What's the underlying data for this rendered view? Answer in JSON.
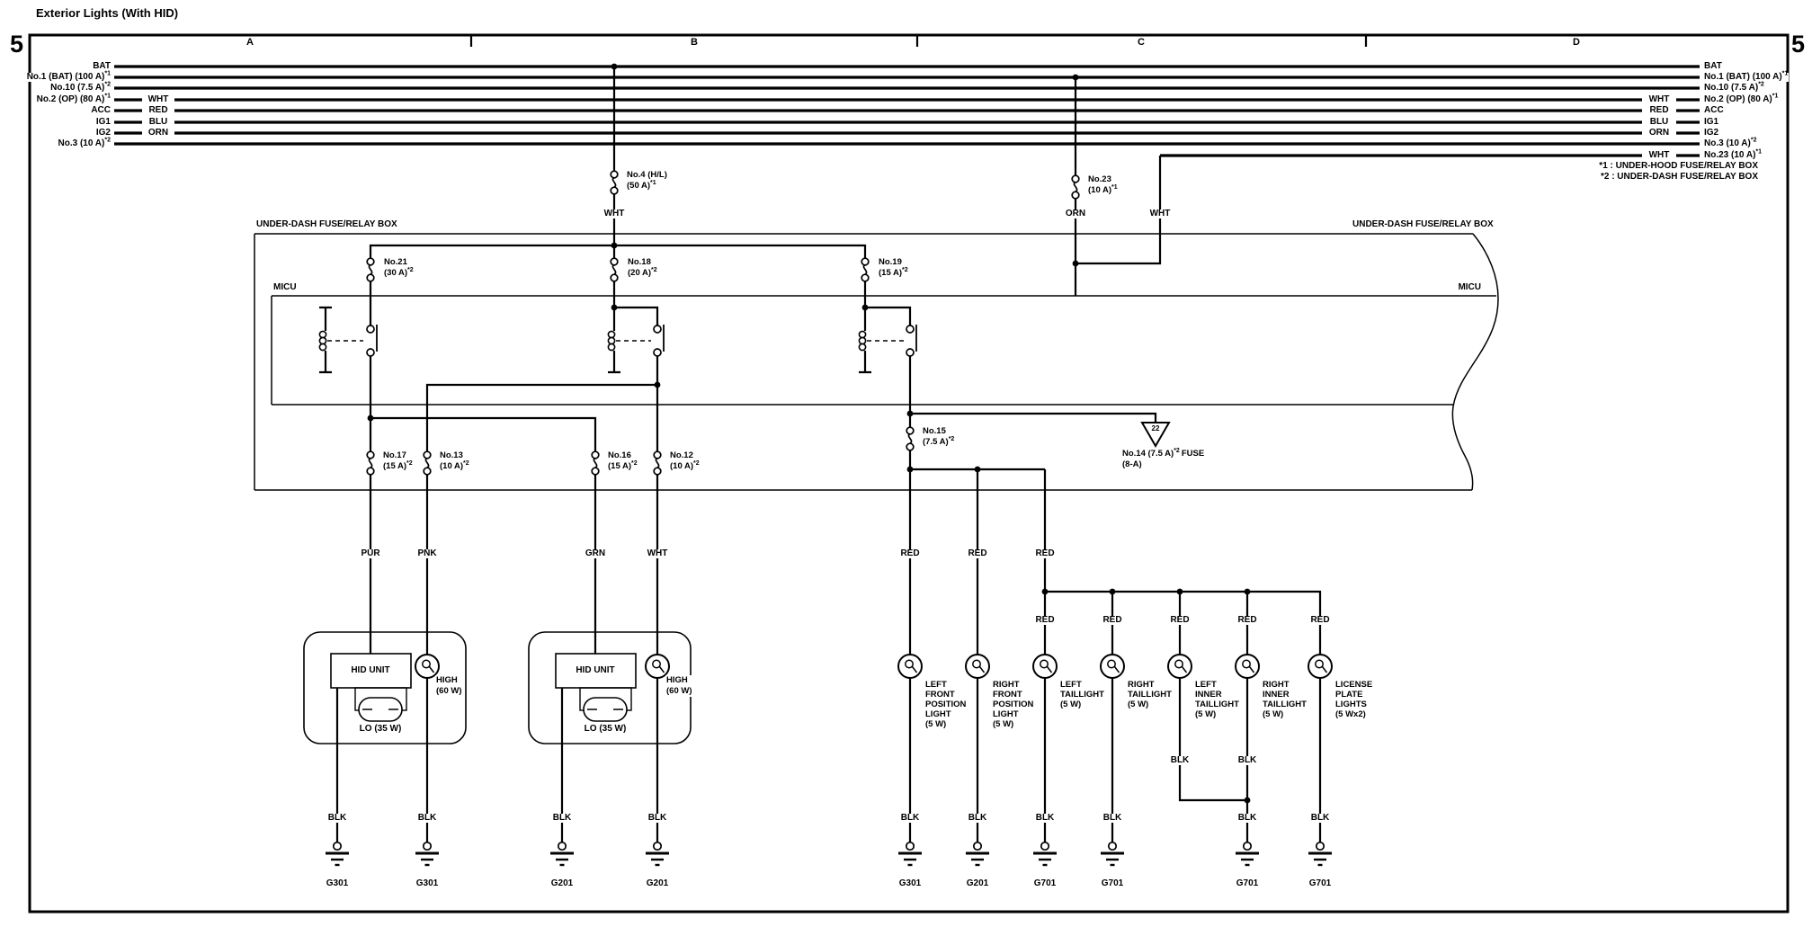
{
  "page": {
    "title": "Exterior Lights (With HID)",
    "page_number": "5",
    "columns": [
      "A",
      "B",
      "C",
      "D"
    ],
    "footnote1": "*1 : UNDER-HOOD FUSE/RELAY BOX",
    "footnote2": "*2 : UNDER-DASH FUSE/RELAY BOX"
  },
  "bus": {
    "left": [
      {
        "t": "BAT",
        "s": ""
      },
      {
        "t": "No.1 (BAT) (100 A)",
        "s": "*1"
      },
      {
        "t": "No.10 (7.5 A)",
        "s": "*2"
      },
      {
        "t": "No.2 (OP) (80 A)",
        "s": "*1"
      },
      {
        "t": "ACC",
        "s": ""
      },
      {
        "t": "IG1",
        "s": ""
      },
      {
        "t": "IG2",
        "s": ""
      },
      {
        "t": "No.3 (10 A)",
        "s": "*2"
      }
    ],
    "right": [
      {
        "t": "BAT",
        "s": ""
      },
      {
        "t": "No.1 (BAT) (100 A)",
        "s": "*1"
      },
      {
        "t": "No.10 (7.5 A)",
        "s": "*2"
      },
      {
        "t": "No.2 (OP) (80 A)",
        "s": "*1"
      },
      {
        "t": "ACC",
        "s": ""
      },
      {
        "t": "IG1",
        "s": ""
      },
      {
        "t": "IG2",
        "s": ""
      },
      {
        "t": "No.3 (10 A)",
        "s": "*2"
      },
      {
        "t": "No.23 (10 A)",
        "s": "*1"
      }
    ],
    "left_colors": [
      "WHT",
      "RED",
      "BLU",
      "ORN"
    ],
    "right_colors": [
      "WHT",
      "RED",
      "BLU",
      "ORN",
      "WHT"
    ]
  },
  "boxes": {
    "underdash_left": "UNDER-DASH FUSE/RELAY BOX",
    "underdash_right": "UNDER-DASH FUSE/RELAY BOX",
    "micu_left": "MICU",
    "micu_right": "MICU"
  },
  "fuses": {
    "no4": {
      "a": "No.4 (H/L)",
      "b": "(50 A)",
      "s": "*1"
    },
    "no23": {
      "a": "No.23",
      "b": "(10 A)",
      "s": "*1"
    },
    "no21": {
      "a": "No.21",
      "b": "(30 A)",
      "s": "*2"
    },
    "no18": {
      "a": "No.18",
      "b": "(20 A)",
      "s": "*2"
    },
    "no19": {
      "a": "No.19",
      "b": "(15 A)",
      "s": "*2"
    },
    "no17": {
      "a": "No.17",
      "b": "(15 A)",
      "s": "*2"
    },
    "no13": {
      "a": "No.13",
      "b": "(10 A)",
      "s": "*2"
    },
    "no16": {
      "a": "No.16",
      "b": "(15 A)",
      "s": "*2"
    },
    "no12": {
      "a": "No.12",
      "b": "(10 A)",
      "s": "*2"
    },
    "no15": {
      "a": "No.15",
      "b": "(7.5 A)",
      "s": "*2"
    },
    "no14": {
      "a": "No.14 (7.5 A)",
      "s": "*2",
      "b": "FUSE",
      "c": "(8-A)",
      "ref": "22"
    }
  },
  "wires": {
    "wht": "WHT",
    "orn": "ORN",
    "pur": "PUR",
    "pnk": "PNK",
    "grn": "GRN",
    "red": "RED",
    "blk": "BLK"
  },
  "components": {
    "hid_unit": "HID UNIT",
    "high": "HIGH",
    "high_w": "(60 W)",
    "lo": "LO (35 W)"
  },
  "lights": [
    "LEFT\nFRONT\nPOSITION\nLIGHT\n(5 W)",
    "RIGHT\nFRONT\nPOSITION\nLIGHT\n(5 W)",
    "LEFT\nTAILLIGHT\n(5 W)",
    "RIGHT\nTAILLIGHT\n(5 W)",
    "LEFT\nINNER\nTAILLIGHT\n(5 W)",
    "RIGHT\nINNER\nTAILLIGHT\n(5 W)",
    "LICENSE\nPLATE\nLIGHTS\n(5 Wx2)"
  ],
  "grounds": [
    "G301",
    "G301",
    "G201",
    "G201",
    "G301",
    "G201",
    "G701",
    "G701",
    "G701",
    "G701"
  ]
}
